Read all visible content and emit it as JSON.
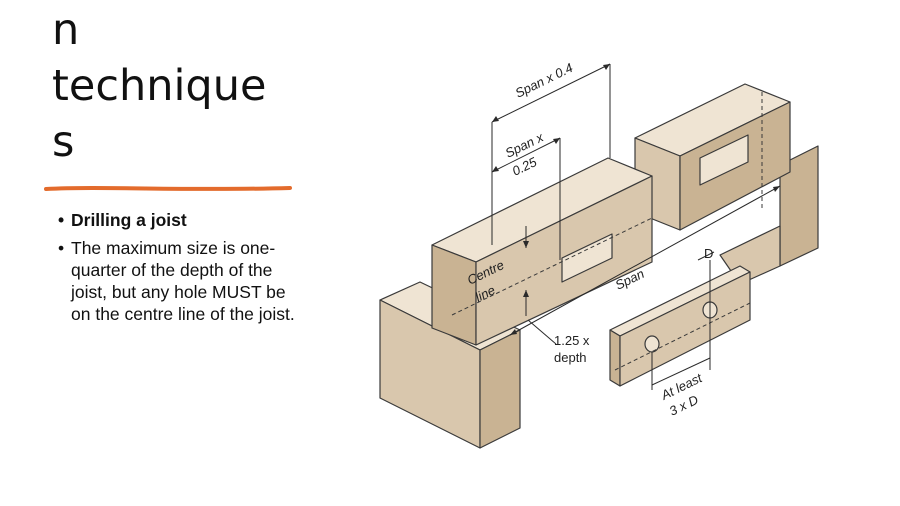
{
  "slide": {
    "title_lines": [
      "p",
      "n",
      "technique",
      "s"
    ],
    "underline_color": "#e36b2c"
  },
  "bullets": [
    {
      "text": "Drilling a joist",
      "bold": true
    },
    {
      "text": "The maximum size is one-quarter of the depth of the joist, but any hole MUST be on the centre line of the joist.",
      "bold": false
    }
  ],
  "diagram": {
    "labels": {
      "span_x_04": "Span x 0.4",
      "span_x": "Span x",
      "span_025": "0.25",
      "centre": "Centre",
      "line": "line",
      "span": "Span",
      "depth_125": "1.25 x",
      "depth": "depth",
      "d": "D",
      "at_least": "At least",
      "three_d": "3 x D"
    },
    "colors": {
      "wood_top": "#efe4d3",
      "wood_side": "#d9c7ad",
      "wood_end": "#c9b393",
      "outline": "#3a3a3a"
    }
  }
}
